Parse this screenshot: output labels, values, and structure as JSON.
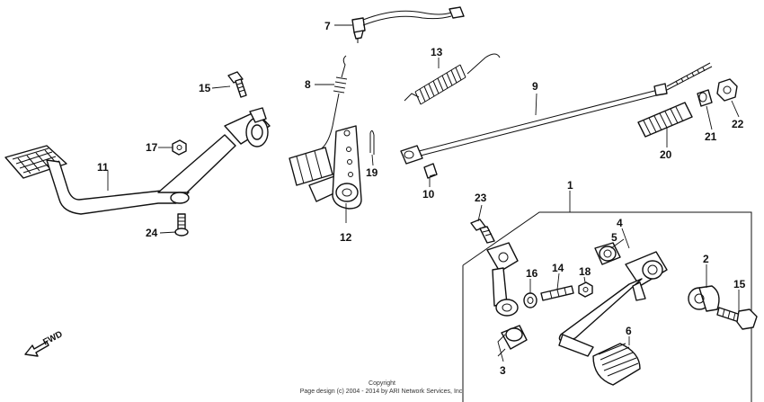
{
  "callouts": [
    "1",
    "2",
    "3",
    "4",
    "5",
    "6",
    "7",
    "8",
    "9",
    "10",
    "11",
    "12",
    "13",
    "14",
    "15",
    "16",
    "17",
    "18",
    "19",
    "20",
    "21",
    "22",
    "23",
    "24",
    "15"
  ],
  "fwd_label": "FWD",
  "copyright_line1": "Copyright",
  "copyright_line2": "Page design (c) 2004 - 2014 by ARI Network Services, Inc."
}
